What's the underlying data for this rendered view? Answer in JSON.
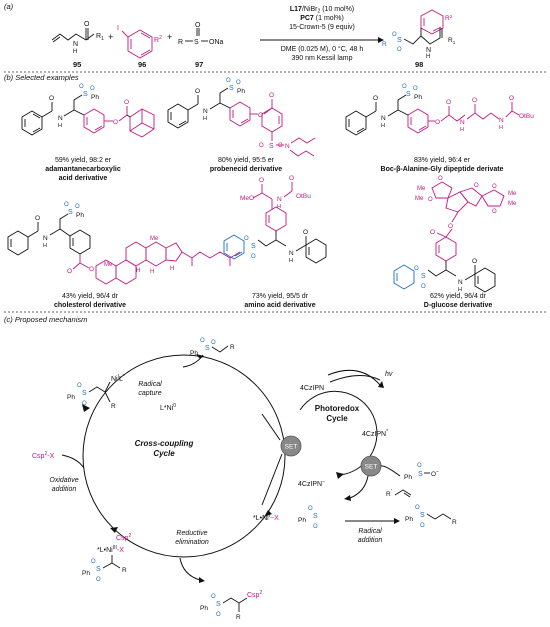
{
  "panel_a": {
    "label": "(a)",
    "reagent_labels": [
      "95",
      "96",
      "97",
      "98"
    ],
    "plus": "+",
    "sulfinate": "Na",
    "r1": "R",
    "r1_sup": "1",
    "r2": "R",
    "r2_sup": "2",
    "iodo": "I",
    "conditions": {
      "line1_name": "L17",
      "line1_rest": "/NiBr",
      "line1_sub": "2",
      "line1_end": " (10 mol%)",
      "line2_name": "PC7",
      "line2_rest": " (1 mol%)",
      "line3": "15-Crown-5 (9 equiv)",
      "line4": "DME (0.025 M), 0 °C, 48 h",
      "line5": "390 nm Kessil lamp"
    }
  },
  "panel_b": {
    "label": "(b) Selected examples",
    "examples": [
      {
        "yield": "59% yield, 98:2 er",
        "name": "adamantanecarboxylic",
        "name2": "acid derivative"
      },
      {
        "yield": "80% yield, 95:5 er",
        "name": "probenecid derivative",
        "name2": ""
      },
      {
        "yield": "83% yield, 96:4 er",
        "name": "Boc-β-Alanine-Gly dipeptide derivate",
        "name2": ""
      },
      {
        "yield": "43% yield, 96/4 dr",
        "name": "cholesterol derivative",
        "name2": ""
      },
      {
        "yield": "73% yield, 95/5 dr",
        "name": "amino acid derivative",
        "name2": ""
      },
      {
        "yield": "62% yield, 96/4 dr",
        "name": "D-glucose derivative",
        "name2": ""
      }
    ],
    "atom_labels": {
      "N": "N",
      "H": "H",
      "S": "S",
      "O": "O",
      "Ph": "Ph",
      "Me": "Me",
      "MeO": "MeO",
      "OtBu": "OtBu",
      "NH": "N",
      "Boc_tail": "O",
      "H2": "H"
    }
  },
  "panel_c": {
    "label": "(c) Proposed mechanism",
    "cycle_title_1": "Cross-coupling",
    "cycle_title_2": "Cycle",
    "photo_title_1": "Photoredox",
    "photo_title_2": "Cycle",
    "radical_capture_1": "Radical",
    "radical_capture_2": "capture",
    "oxidative_1": "Oxidative",
    "oxidative_2": "addition",
    "reductive_1": "Reductive",
    "reductive_2": "elimination",
    "radical_addition_1": "Radical",
    "radical_addition_2": "addition",
    "ni0": "L*Ni",
    "ni0_sup": "0",
    "ni1x": "*L•Ni",
    "ni1x_sup": "I",
    "ni1x_x": "−X",
    "ni1_l": "Ni",
    "ni1_l_sup": "I",
    "ni1_l_lsup": "L",
    "ni3_label": "*L•Ni",
    "ni3_sup": "III",
    "ni3_x": "-X",
    "csp2": "Csp",
    "csp2_sup": "2",
    "csp2x": "Csp",
    "csp2x_sup": "2",
    "csp2x_tail": "-X",
    "czipn": "4CzIPN",
    "czipn_star_sup": "*",
    "czipn_minus_sup": "−",
    "hv": "hv",
    "set": "SET",
    "phso2": "Ph",
    "so2minus": "O",
    "minus": "−",
    "r_group": "R",
    "r_prime": "R"
  }
}
